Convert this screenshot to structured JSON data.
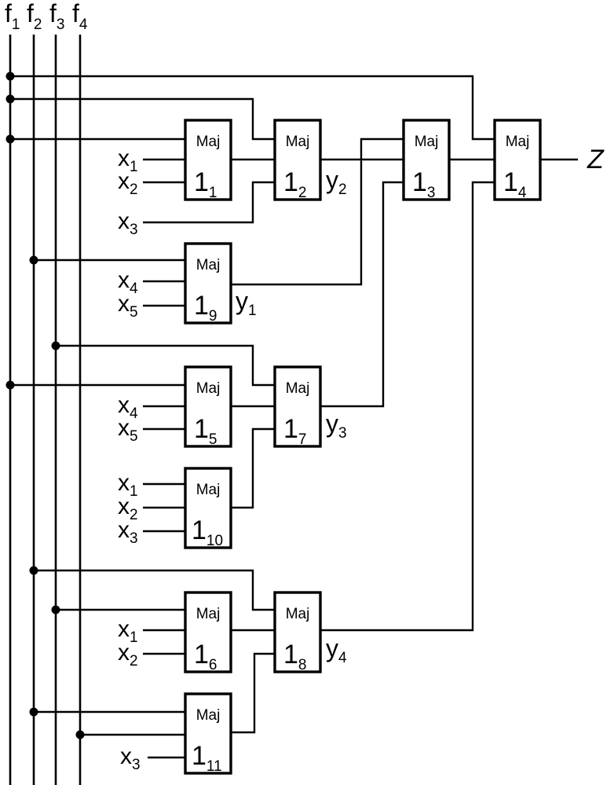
{
  "bus_labels": [
    {
      "base": "f",
      "sub": "1"
    },
    {
      "base": "f",
      "sub": "2"
    },
    {
      "base": "f",
      "sub": "3"
    },
    {
      "base": "f",
      "sub": "4"
    }
  ],
  "gate_type": "Maj",
  "gates": {
    "g1": {
      "num": "1",
      "sub": "1"
    },
    "g2": {
      "num": "1",
      "sub": "2"
    },
    "g3": {
      "num": "1",
      "sub": "3"
    },
    "g4": {
      "num": "1",
      "sub": "4"
    },
    "g5": {
      "num": "1",
      "sub": "5"
    },
    "g6": {
      "num": "1",
      "sub": "6"
    },
    "g7": {
      "num": "1",
      "sub": "7"
    },
    "g8": {
      "num": "1",
      "sub": "8"
    },
    "g9": {
      "num": "1",
      "sub": "9"
    },
    "g10": {
      "num": "1",
      "sub": "10"
    },
    "g11": {
      "num": "1",
      "sub": "11"
    }
  },
  "inputs": {
    "g1": [
      {
        "base": "x",
        "sub": "1"
      },
      {
        "base": "x",
        "sub": "2"
      }
    ],
    "g2": [
      {
        "base": "x",
        "sub": "3"
      }
    ],
    "g9": [
      {
        "base": "x",
        "sub": "4"
      },
      {
        "base": "x",
        "sub": "5"
      }
    ],
    "g5": [
      {
        "base": "x",
        "sub": "4"
      },
      {
        "base": "x",
        "sub": "5"
      }
    ],
    "g10": [
      {
        "base": "x",
        "sub": "1"
      },
      {
        "base": "x",
        "sub": "2"
      },
      {
        "base": "x",
        "sub": "3"
      }
    ],
    "g6": [
      {
        "base": "x",
        "sub": "1"
      },
      {
        "base": "x",
        "sub": "2"
      }
    ],
    "g11": [
      {
        "base": "x",
        "sub": "3"
      }
    ]
  },
  "outputs": {
    "y2": {
      "base": "y",
      "sub": "2"
    },
    "y1": {
      "base": "y",
      "sub": "1"
    },
    "y3": {
      "base": "y",
      "sub": "3"
    },
    "y4": {
      "base": "y",
      "sub": "4"
    },
    "z": "Z"
  }
}
